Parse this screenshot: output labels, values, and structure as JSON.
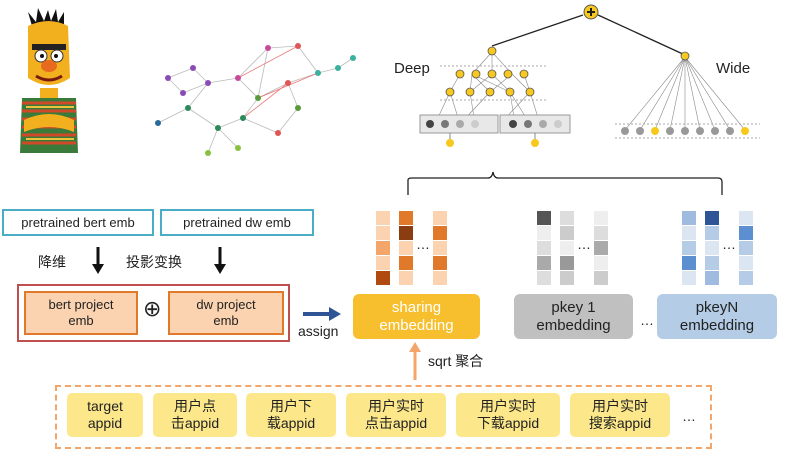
{
  "network_diagram": {
    "deep_label": "Deep",
    "wide_label": "Wide"
  },
  "left_column": {
    "bert_emb_label": "pretrained bert emb",
    "dw_emb_label": "pretrained dw emb",
    "reduce_dim_label": "降维",
    "projection_label": "投影变换",
    "bert_project_label": "bert project\nemb",
    "dw_project_label": "dw project\nemb",
    "plus_symbol": "⊕",
    "assign_label": "assign"
  },
  "embeddings": {
    "sharing": "sharing\nembedding",
    "pkey1": "pkey 1\nembedding",
    "pkeyN": "pkeyN\nembedding",
    "ellipsis": "…",
    "sqrt_label": "sqrt  聚合"
  },
  "features": [
    "target\nappid",
    "用户点\n击appid",
    "用户下\n载appid",
    "用户实时\n点击appid",
    "用户实时\n下载appid",
    "用户实时\n搜索appid"
  ],
  "features_ellipsis": "…",
  "colors": {
    "orange": "#e07a2a",
    "sharing_bg": "#f7bf2e",
    "pkey1_bg": "#c0c0c0",
    "pkeyN_bg": "#b4cce6",
    "feature_bg": "#fce88a",
    "blue_border": "#4bacc6",
    "red_border": "#c0504d"
  }
}
